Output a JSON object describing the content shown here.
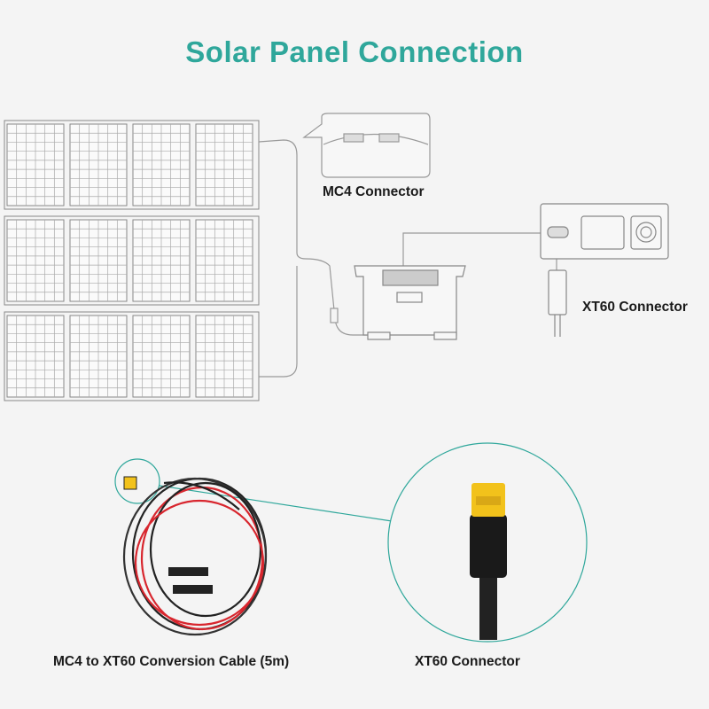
{
  "title": "Solar Panel Connection",
  "labels": {
    "mc4": "MC4 Connector",
    "xt60_top": "XT60 Connector",
    "cable": "MC4 to XT60 Conversion Cable (5m)",
    "xt60_bottom": "XT60 Connector"
  },
  "colors": {
    "accent": "#2fa79b",
    "xt60_yellow": "#f2c21b",
    "cable_red": "#d8262e"
  }
}
